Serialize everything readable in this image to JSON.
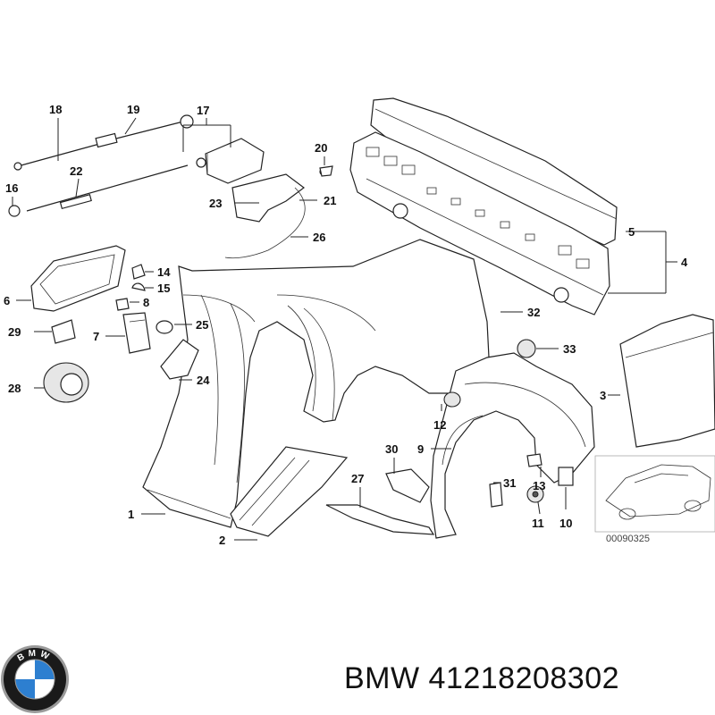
{
  "title": "BMW 41218208302",
  "reference_code": "00090325",
  "brand_logo": {
    "letters": "BMW",
    "colors": {
      "ring": "#1a1a1a",
      "blue": "#2d7fd0",
      "white": "#ffffff",
      "silver": "#9a9a9a"
    }
  },
  "callouts": [
    "1",
    "2",
    "3",
    "4",
    "5",
    "6",
    "7",
    "8",
    "9",
    "10",
    "11",
    "12",
    "13",
    "14",
    "15",
    "16",
    "17",
    "18",
    "19",
    "20",
    "21",
    "22",
    "23",
    "24",
    "25",
    "26",
    "27",
    "28",
    "29",
    "30",
    "31",
    "32",
    "33"
  ]
}
